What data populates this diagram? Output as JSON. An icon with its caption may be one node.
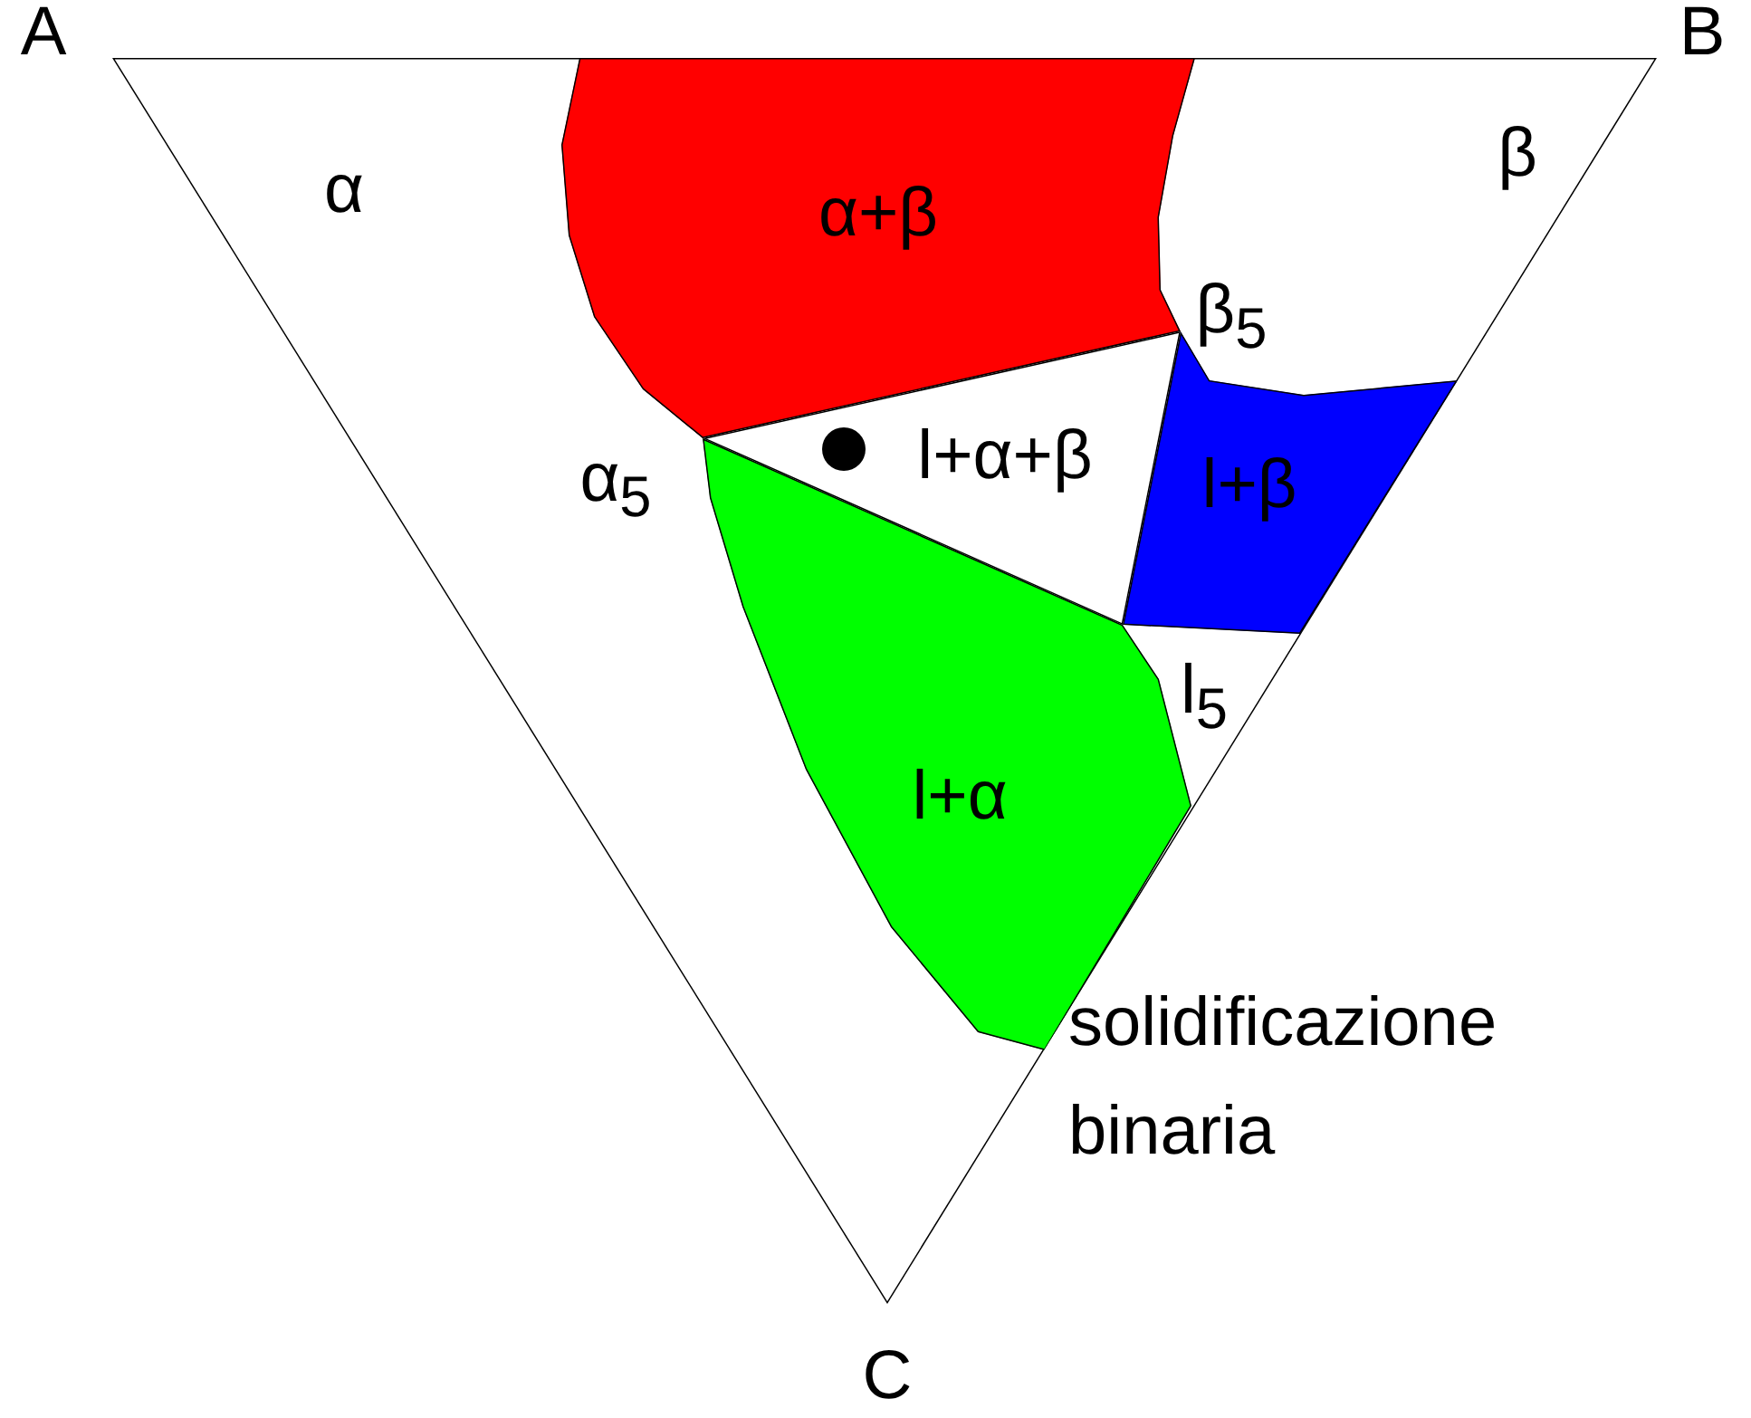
{
  "diagram": {
    "nodes": [
      {
        "text": [],
        "shape": "triangle"
      },
      {
        "text": [
          "α+β"
        ],
        "in": 0
      },
      {
        "text": [
          "l+α+β"
        ],
        "in": 0
      },
      {
        "text": [
          "l+β"
        ],
        "in": 0
      },
      {
        "text": [
          "l+α"
        ],
        "in": 0
      }
    ],
    "labels": [
      "A",
      "B",
      "α",
      "β",
      "β$_{5}$",
      "α$_{5}$",
      "l$_{5}$",
      "solidificazione binaria",
      "C"
    ]
  }
}
